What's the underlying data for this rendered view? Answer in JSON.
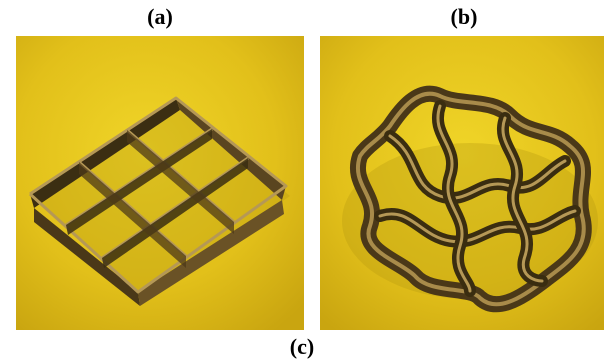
{
  "labels": {
    "a": "(a)",
    "b": "(b)",
    "c": "(c)"
  },
  "photos": {
    "a": {
      "subject": "square-lattice-frame-icon"
    },
    "b": {
      "subject": "curved-lattice-frame-icon"
    }
  },
  "colors": {
    "background": "#e3c21a",
    "frame_dark": "#3a2d10",
    "frame_light": "#a88b4a"
  }
}
